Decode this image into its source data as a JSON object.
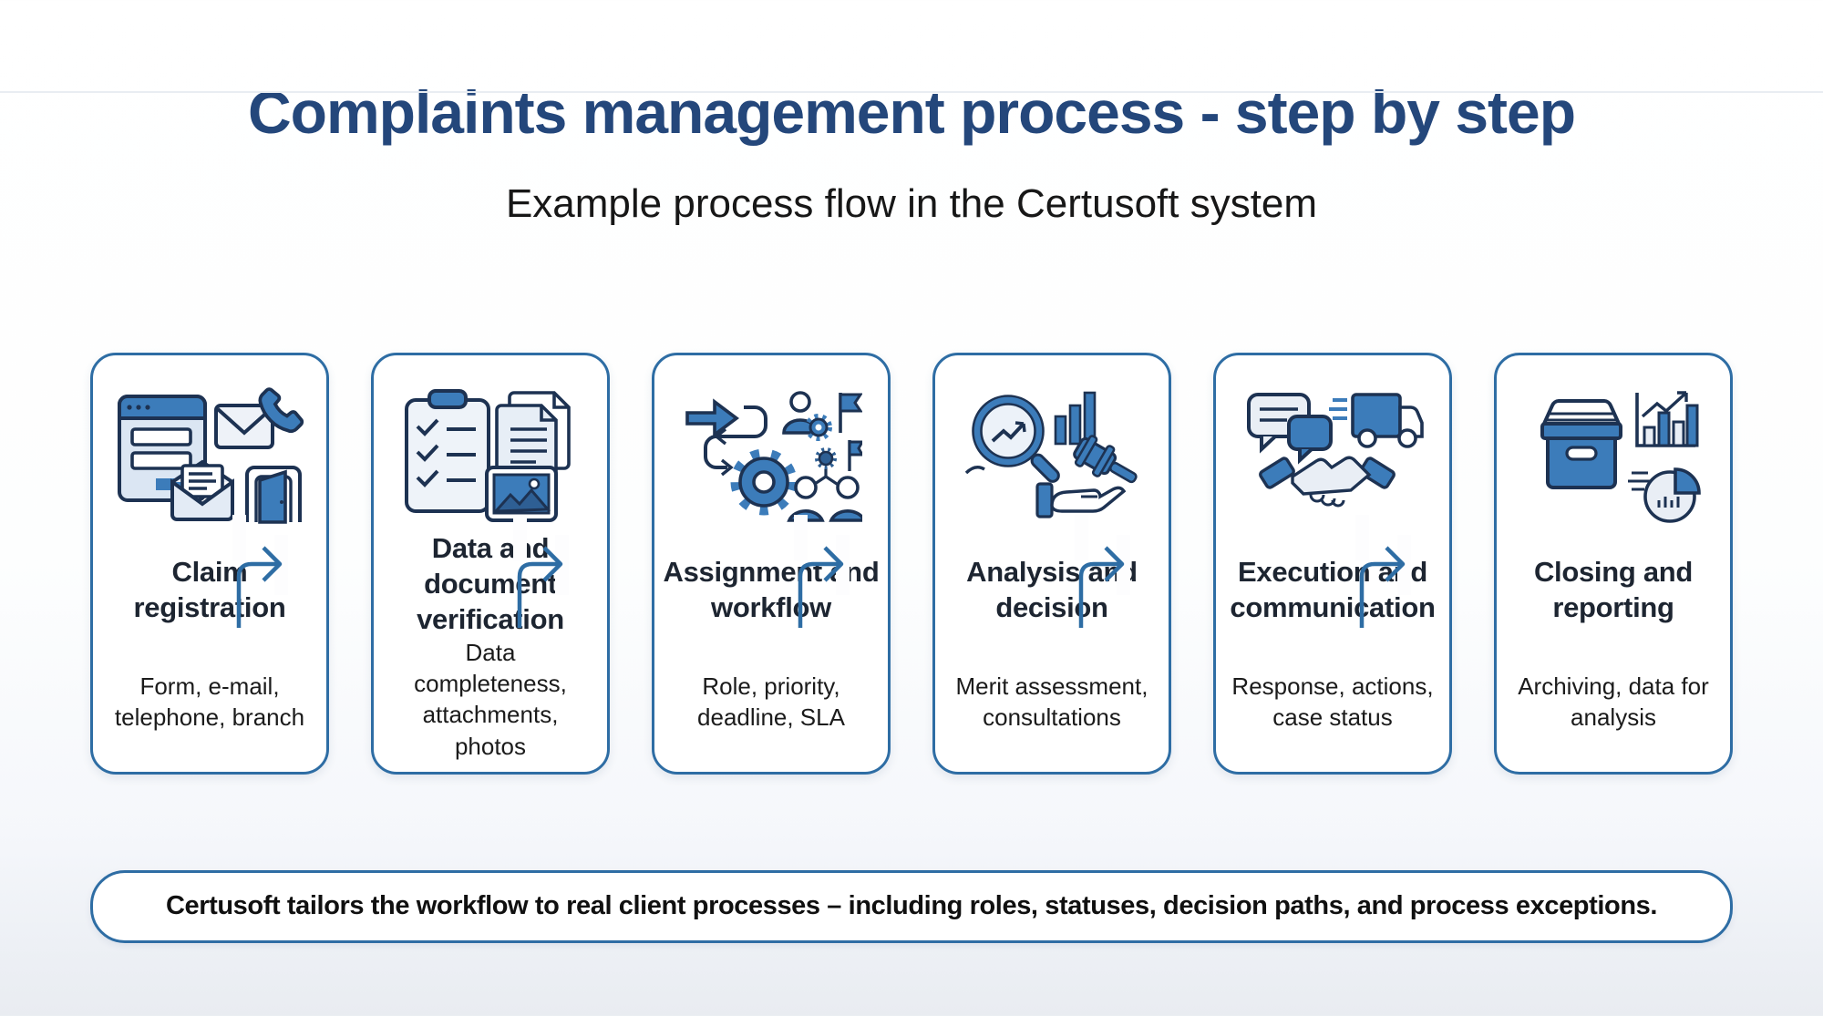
{
  "page": {
    "title": "Complaints management process - step by step",
    "subtitle": "Example process flow in the Certusoft system"
  },
  "steps": [
    {
      "title": "Claim registration",
      "description": "Form, e-mail, telephone, branch",
      "icons": [
        "form-window-icon",
        "envelope-icon",
        "phone-icon",
        "open-envelope-icon",
        "door-icon"
      ]
    },
    {
      "title": "Data and document verification",
      "description": "Data completeness, attachments, photos",
      "icons": [
        "checklist-clipboard-icon",
        "documents-icon",
        "photo-icon"
      ]
    },
    {
      "title": "Assignment and workflow",
      "description": "Role, priority, deadline, SLA",
      "icons": [
        "workflow-arrows-icon",
        "gear-icon",
        "user-gear-icon",
        "flag-icon",
        "team-hierarchy-icon"
      ]
    },
    {
      "title": "Analysis and decision",
      "description": "Merit assessment, consultations",
      "icons": [
        "magnifier-chart-icon",
        "bar-chart-icon",
        "gavel-icon",
        "hand-icon"
      ]
    },
    {
      "title": "Execution and communication",
      "description": "Response, actions, case status",
      "icons": [
        "chat-bubbles-icon",
        "delivery-truck-icon",
        "handshake-icon"
      ]
    },
    {
      "title": "Closing and reporting",
      "description": "Archiving, data for analysis",
      "icons": [
        "archive-box-icon",
        "growth-chart-icon",
        "pie-chart-icon"
      ]
    }
  ],
  "footer": {
    "note": "Certusoft tailors the workflow to real client processes – including roles, statuses, decision paths, and process exceptions."
  },
  "colors": {
    "accent_blue": "#2e6da4",
    "icon_blue": "#3c7cba",
    "icon_light_blue": "#dbe6f3",
    "icon_outline": "#1d3252",
    "title_navy": "#24477b",
    "text_dark": "#1b1b1b"
  }
}
